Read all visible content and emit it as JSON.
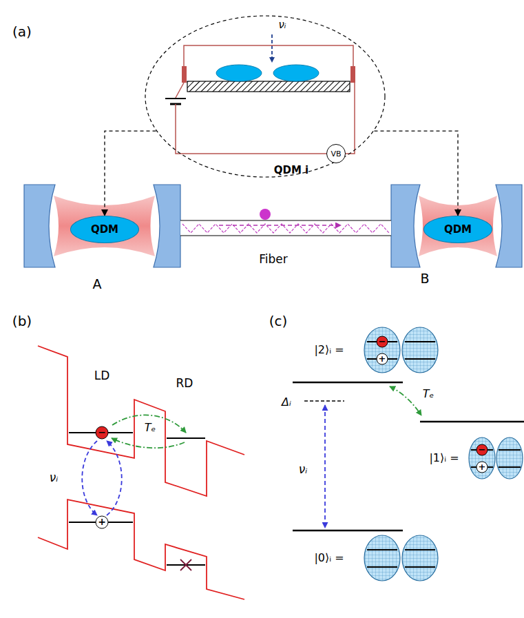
{
  "diagram": {
    "nodes": [
      {
        "text": [
          "QDM i"
        ]
      },
      {
        "text": [
          "VB"
        ],
        "in": 0
      },
      {
        "text": [
          "QDM"
        ]
      },
      {
        "text": [
          "QDM"
        ]
      }
    ],
    "edges": [
      {
        "from": 0,
        "to": 2,
        "arrow": "to"
      },
      {
        "from": 0,
        "to": 3,
        "arrow": "to"
      }
    ],
    "labels": [
      "(a)",
      "νᵢ",
      "Fiber",
      "A",
      "B",
      "(b)",
      "LD",
      "RD",
      "Tₑ",
      "νᵢ",
      "−",
      "+",
      "(c)",
      "|2⟩ᵢ =",
      "Δᵢ",
      "νᵢ",
      "Tₑ",
      "|1⟩ᵢ =",
      "|0⟩ᵢ =",
      "−",
      "+",
      "−",
      "+"
    ]
  }
}
